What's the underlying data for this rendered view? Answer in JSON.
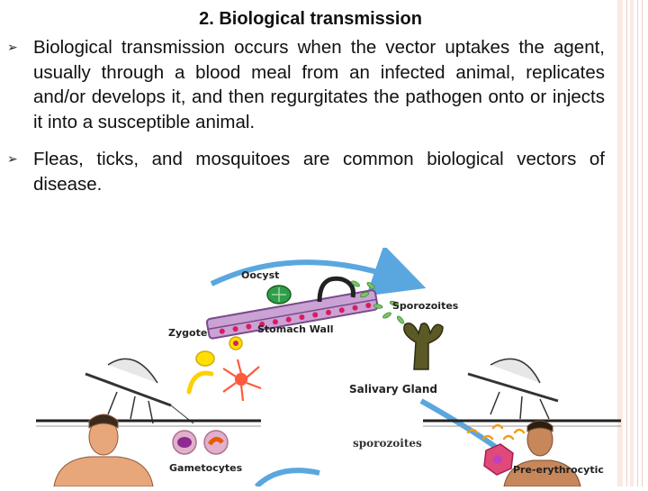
{
  "slide": {
    "title": "2. Biological transmission",
    "bullets": [
      "Biological transmission occurs when the vector uptakes the agent, usually through a blood meal from an infected animal, replicates and/or develops it, and then regurgitates the pathogen onto or injects it into a susceptible animal.",
      "Fleas, ticks, and mosquitoes are common biological vectors of disease."
    ]
  },
  "figure": {
    "labels": {
      "oocyst": "Oocyst",
      "sporozoites_top": "Sporozoites",
      "zygote": "Zygote",
      "stomach_wall": "Stomach Wall",
      "salivary_gland": "Salivary Gland",
      "sporozoites_bottom": "sporozoites",
      "gametocytes": "Gametocytes",
      "pre_erythrocytic": "Pre-erythrocytic"
    },
    "colors": {
      "cycle_arrow": "#5aa7df",
      "parasite": "#f39c12",
      "cell": "#d81b60",
      "wall": "#7a4a8a"
    }
  }
}
